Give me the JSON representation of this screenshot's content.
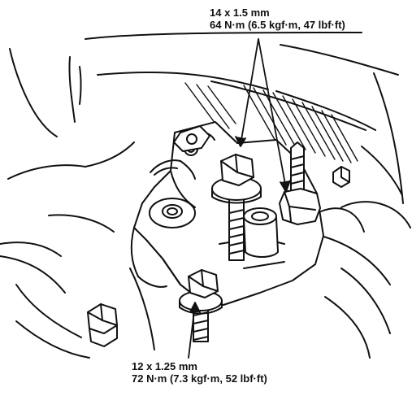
{
  "callouts": {
    "top": {
      "size": "14 x 1.5 mm",
      "torque": "64 N·m (6.5 kgf·m, 47 lbf·ft)"
    },
    "bottom": {
      "size": "12 x 1.25 mm",
      "torque": "72 N·m (7.3 kgf·m, 52 lbf·ft)"
    }
  },
  "colors": {
    "ink": "#111111",
    "paper": "#ffffff"
  }
}
